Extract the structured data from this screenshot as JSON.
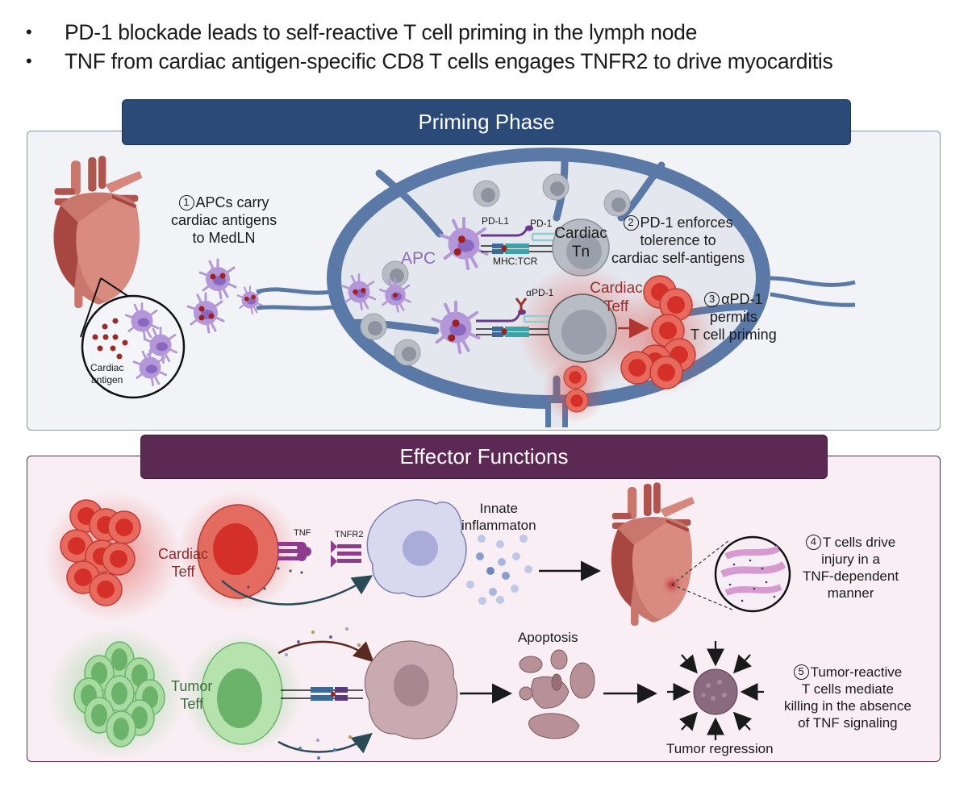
{
  "summary_bullets": [
    "PD-1 blockade leads to self-reactive T cell priming in the lymph node",
    "TNF from cardiac antigen-specific CD8 T cells engages TNFR2 to drive myocarditis"
  ],
  "bullet_glyph": "•",
  "priming_phase": {
    "title": "Priming Phase",
    "inset_label_line1": "Cardiac",
    "inset_label_line2": "antigen",
    "step1": {
      "number": "1",
      "lines": [
        "APCs carry",
        "cardiac antigens",
        "to MedLN"
      ]
    },
    "apc_label": "APC",
    "pdl1_label": "PD-L1",
    "pd1_label": "PD-1",
    "mhc_tcr_label": "MHC:TCR",
    "naive_cell_line1": "Cardiac",
    "naive_cell_line2": "Tn",
    "step2": {
      "number": "2",
      "lines": [
        "PD-1 enforces",
        "tolerence to",
        "cardiac self-antigens"
      ]
    },
    "anti_pd1_label": "αPD-1",
    "teff_line1": "Cardiac",
    "teff_line2": "Teff",
    "step3": {
      "number": "3",
      "lines": [
        "αPD-1",
        "permits",
        "T cell priming"
      ]
    }
  },
  "effector_functions": {
    "title": "Effector Functions",
    "cardiac_teff_line1": "Cardiac",
    "cardiac_teff_line2": "Teff",
    "tnf_label": "TNF",
    "tnfr2_label": "TNFR2",
    "innate_line1": "Innate",
    "innate_line2": "inflammaton",
    "step4": {
      "number": "4",
      "lines": [
        "T cells drive",
        "injury in a",
        "TNF-dependent",
        "manner"
      ]
    },
    "tumor_teff_line1": "Tumor",
    "tumor_teff_line2": "Teff",
    "apoptosis_label": "Apoptosis",
    "tumor_regression_label": "Tumor regression",
    "step5": {
      "number": "5",
      "lines": [
        "Tumor-reactive",
        "T cells mediate",
        "killing in the absence",
        "of TNF signaling"
      ]
    }
  },
  "colors": {
    "priming_banner": "#2c4a78",
    "effector_banner": "#5c2854",
    "lymph_node": "#5a79a6",
    "apc": "#b497d8",
    "cardiac_teff": "#e0443c",
    "tumor_teff": "#8fcf8f",
    "heart": "#d7877c"
  }
}
